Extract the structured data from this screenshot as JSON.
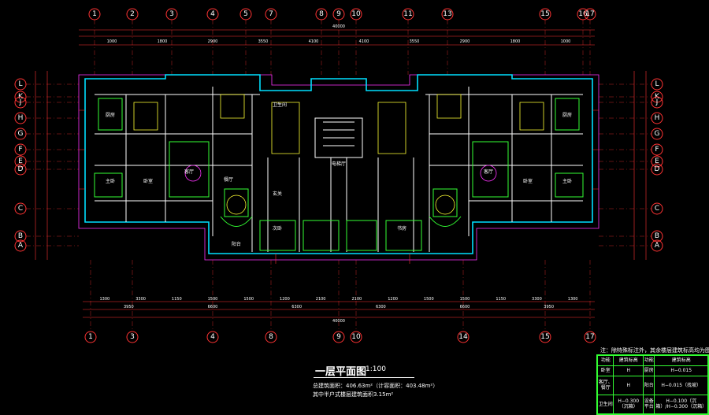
{
  "axes_top": [
    "1",
    "2",
    "3",
    "4",
    "5",
    "7",
    "8",
    "9",
    "10",
    "11",
    "13",
    "15",
    "16",
    "17"
  ],
  "axes_bottom": [
    "1",
    "3",
    "4",
    "8",
    "9",
    "10",
    "14",
    "15",
    "17"
  ],
  "rows_left": [
    "L",
    "K",
    "J",
    "H",
    "G",
    "F",
    "E",
    "D",
    "C",
    "B",
    "A"
  ],
  "rows_right": [
    "L",
    "K",
    "J",
    "H",
    "G",
    "F",
    "E",
    "D",
    "C",
    "B",
    "A"
  ],
  "overall_dim_top": "40000",
  "overall_dim_bottom": "40000",
  "dims_top_row1": [
    "1000",
    "1800",
    "2900",
    "3550",
    "4100",
    "4100",
    "3550",
    "2900",
    "1800",
    "1000"
  ],
  "dims_bottom_row1": [
    "1300",
    "3300",
    "1150",
    "1500",
    "1500",
    "1200",
    "2100",
    "2100",
    "1200",
    "1500",
    "1500",
    "1150",
    "3300",
    "1300"
  ],
  "dims_bottom_row2": [
    "3950",
    "6600",
    "6300",
    "6300",
    "6600",
    "3950"
  ],
  "rooms": [
    "主卧",
    "卧室",
    "客厅",
    "厨房",
    "餐厅",
    "卫生间",
    "玄关",
    "电梯厅",
    "阳台",
    "次卧",
    "客厅",
    "卧室",
    "主卧",
    "书房",
    "厨房"
  ],
  "title": "一层平面图",
  "scale": "1:100",
  "area_line1": "总建筑面积：406.63m²（计容面积：403.48m²）",
  "area_line2": "其中半户式楼层建筑面积3.15m²",
  "note": "注：除特殊标注外，其余楼层建筑标高均为图示标高",
  "legend": {
    "headers": [
      "功能",
      "建筑标高",
      "功能",
      "建筑标高"
    ],
    "rows": [
      [
        "卧室",
        "H",
        "厨房",
        "H−0.015"
      ],
      [
        "客厅、餐厅",
        "H",
        "阳台",
        "H−0.015（找坡）"
      ],
      [
        "卫生间",
        "H−0.300（沉箱）",
        "设备平台",
        "H−0.100（沉箱）/H−0.300（沉箱）"
      ]
    ]
  }
}
